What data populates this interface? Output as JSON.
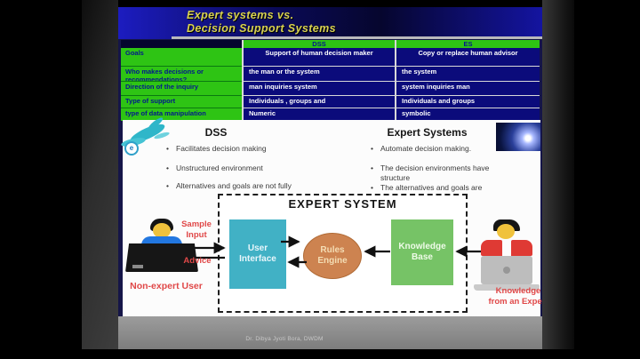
{
  "slide": {
    "title_line1": "Expert systems vs.",
    "title_line2": "Decision Support Systems",
    "footer": "Dr. Dibya Jyoti Bora, DWDM"
  },
  "comparison_table": {
    "col_headers": {
      "dss": "DSS",
      "es": "ES"
    },
    "rows": [
      {
        "label": "Goals",
        "dss": "Support of human decision maker",
        "es": "Copy or replace human advisor"
      },
      {
        "label": "Who makes decisions or recommendations?",
        "dss": "the man or the system",
        "es": "the system"
      },
      {
        "label": "Direction of the inquiry",
        "dss": "man inquiries system",
        "es": "system inquiries man"
      },
      {
        "label": "Type of support",
        "dss": "Individuals , groups and",
        "es": "Individuals and groups"
      },
      {
        "label": "type of data manipulation",
        "dss": "Numeric",
        "es": "symbolic"
      }
    ]
  },
  "bullets_panel": {
    "left_header": "DSS",
    "right_header": "Expert Systems",
    "left_items": [
      "Facilitates decision making",
      "Unstructured environment",
      "Alternatives and goals are not fully"
    ],
    "right_items": [
      "Automate decision making.",
      "The decision environments have structure",
      "The alternatives and goals are"
    ]
  },
  "diagram": {
    "title": "EXPERT SYSTEM",
    "nodes": {
      "user_interface": "User Interface",
      "rules_engine": "Rules Engine",
      "knowledge_base": "Knowledge Base"
    },
    "flow_labels": {
      "sample_input": "Sample Input",
      "advice": "Advice"
    },
    "actors": {
      "left": "Non-expert User",
      "right": "Knowledge from an Expert"
    }
  },
  "logo": {
    "letter": "e"
  },
  "colors": {
    "title_text": "#d8d24f",
    "table_green": "#2ec414",
    "table_navy": "#0b0b7b",
    "node_user_interface": "#41b1c5",
    "node_rules_engine": "#cd8350",
    "node_knowledge_base": "#76c366",
    "label_red": "#e04848"
  }
}
